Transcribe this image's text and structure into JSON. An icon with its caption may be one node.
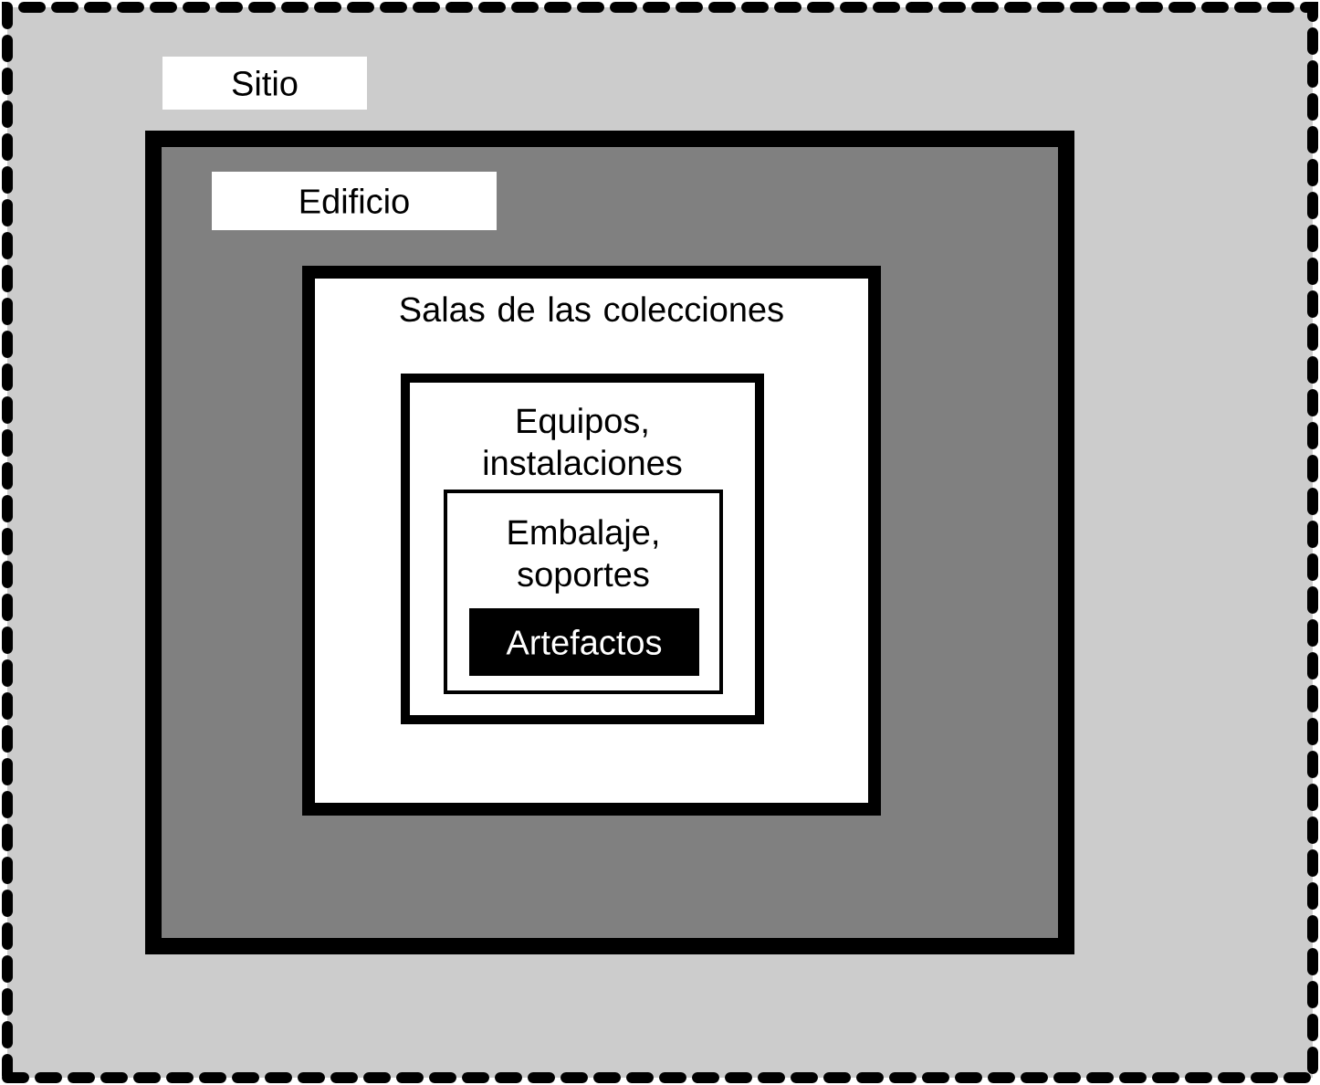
{
  "diagram": {
    "nodes": [
      {
        "text": [
          "Sitio"
        ]
      },
      {
        "text": [
          "Edificio"
        ],
        "in": 0
      },
      {
        "text": [
          "Salas de las colecciones"
        ],
        "in": 1
      },
      {
        "text": [
          "Equipos, instalaciones"
        ],
        "in": 2
      },
      {
        "text": [
          "Embalaje, soportes"
        ],
        "in": 3
      },
      {
        "text": [
          "Artefactos"
        ],
        "in": 4
      }
    ]
  }
}
